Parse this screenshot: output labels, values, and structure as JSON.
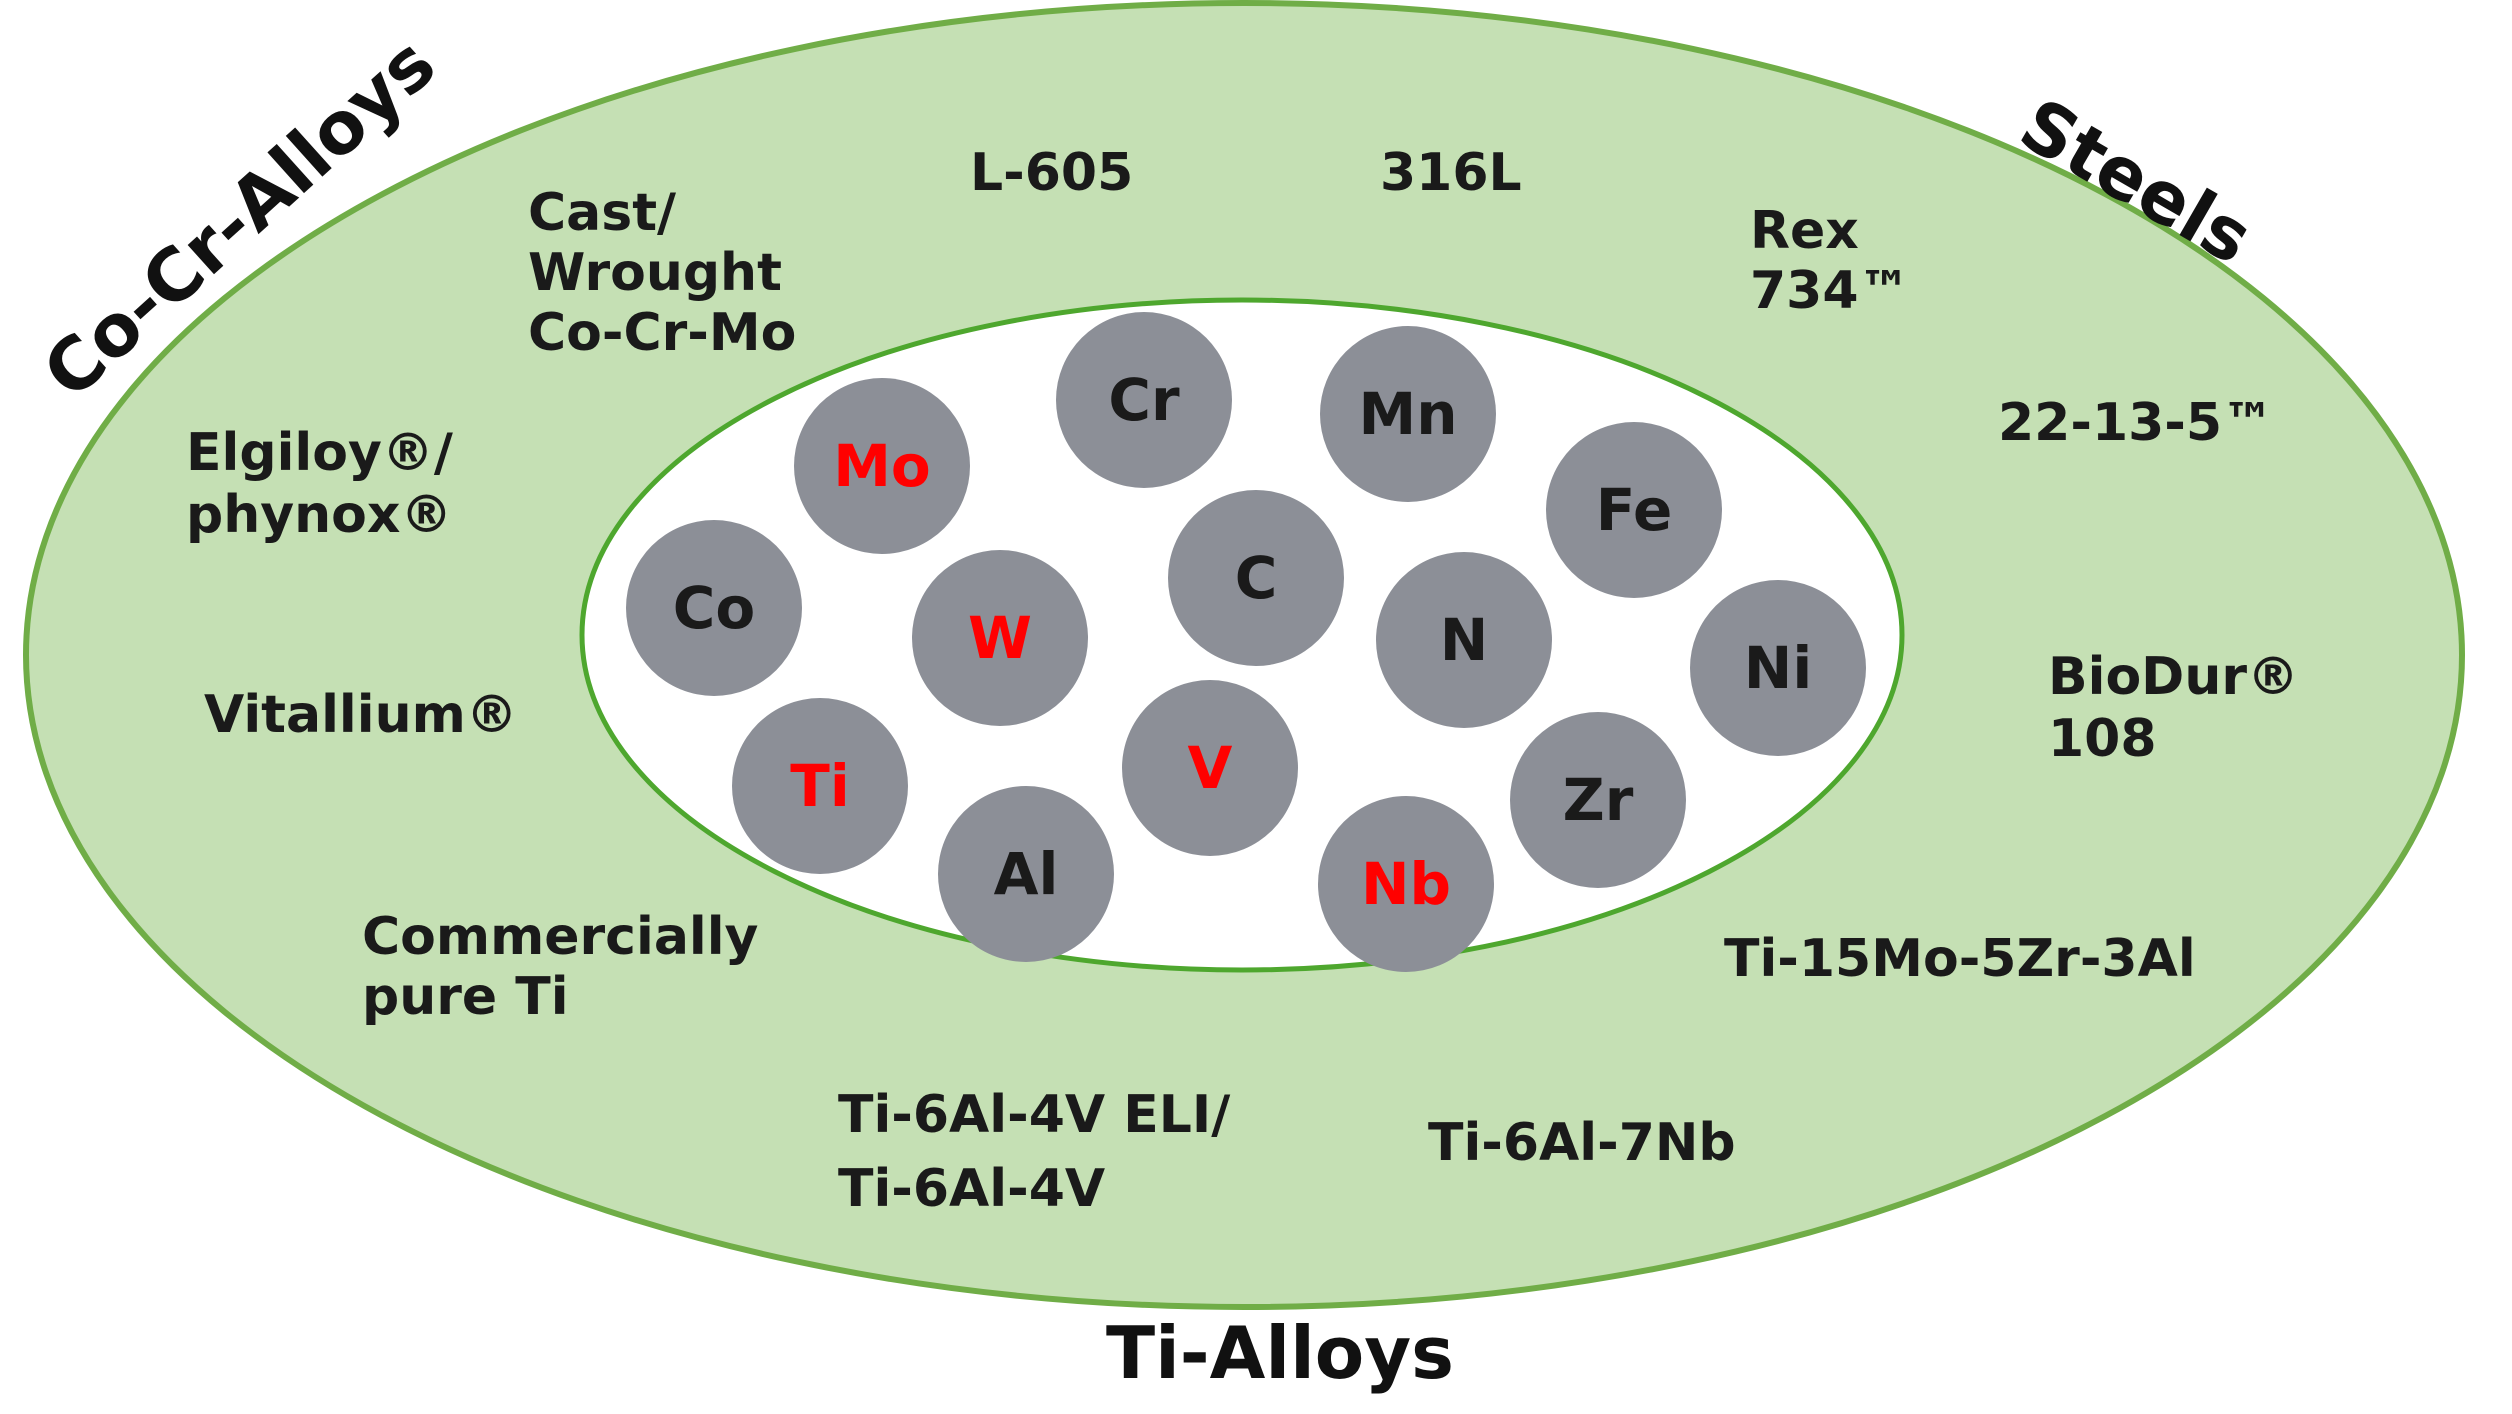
{
  "colors": {
    "outer_fill": "#c5e0b4",
    "outer_stroke": "#70ad47",
    "inner_fill": "#ffffff",
    "inner_stroke": "#4ea72e",
    "element_circle": "#8c8f97",
    "element_text_default": "#1a1a1a",
    "element_text_highlight": "#ff0000",
    "text": "#1a1a1a"
  },
  "group_labels": {
    "co_cr": "Co-Cr-Alloys",
    "steels": "Steels",
    "ti": "Ti-Alloys"
  },
  "alloys": {
    "l605": "L-605",
    "s316l": "316L",
    "cast_wrought": [
      "Cast/",
      "Wrought",
      "Co-Cr-Mo"
    ],
    "rex734": [
      "Rex",
      "734™"
    ],
    "elgiloy": [
      "Elgiloy®/",
      "phynox®"
    ],
    "s22135": "22-13-5™",
    "vitallium": "Vitallium®",
    "biodur": [
      "BioDur®",
      "108"
    ],
    "cp_ti": [
      "Commercially",
      "pure Ti"
    ],
    "ti15mo": "Ti-15Mo-5Zr-3Al",
    "ti6al4v": [
      "Ti-6Al-4V ELI/",
      "Ti-6Al-4V"
    ],
    "ti6al7nb": "Ti-6Al-7Nb"
  },
  "elements": [
    {
      "symbol": "Cr",
      "highlight": false
    },
    {
      "symbol": "Mn",
      "highlight": false
    },
    {
      "symbol": "Mo",
      "highlight": true
    },
    {
      "symbol": "Fe",
      "highlight": false
    },
    {
      "symbol": "C",
      "highlight": false
    },
    {
      "symbol": "Co",
      "highlight": false
    },
    {
      "symbol": "W",
      "highlight": true
    },
    {
      "symbol": "N",
      "highlight": false
    },
    {
      "symbol": "Ni",
      "highlight": false
    },
    {
      "symbol": "Ti",
      "highlight": true
    },
    {
      "symbol": "V",
      "highlight": true
    },
    {
      "symbol": "Zr",
      "highlight": false
    },
    {
      "symbol": "Al",
      "highlight": false
    },
    {
      "symbol": "Nb",
      "highlight": true
    }
  ]
}
